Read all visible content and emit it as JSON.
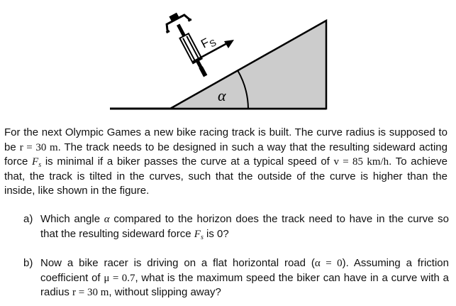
{
  "figure": {
    "force_label": "F",
    "force_sub": "S",
    "angle_label": "α",
    "colors": {
      "ramp_fill": "#cccccc",
      "stroke": "#000000"
    }
  },
  "intro": {
    "p1": "For the next Olympic Games a new bike racing track is built. The curve radius is supposed to be ",
    "m1": "r = 30 m",
    "p2": ". The track needs to be designed in such a way that the resulting sideward acting force ",
    "m2": "F",
    "m2sub": "s",
    "p3": " is minimal if a biker passes the curve at a typical speed of ",
    "m3": "v = 85 km/h",
    "p4": ". To achieve that, the track is tilted in the curves, such that the outside of the curve is higher than the inside, like shown in the figure."
  },
  "questions": {
    "a": {
      "label": "a)",
      "p1": "Which angle ",
      "m1": "α",
      "p2": " compared to the horizon does the track need to have in the curve so that the resulting sideward force ",
      "m2": "F",
      "m2sub": "s",
      "p3": " is 0?"
    },
    "b": {
      "label": "b)",
      "p1": "Now a bike racer is driving on a flat horizontal road (",
      "m1": "α = 0",
      "p2": "). Assuming a friction coefficient of ",
      "m2": "μ = 0.7",
      "p3": ", what is the maximum speed the biker can have in a curve with a radius ",
      "m3": "r = 30 m",
      "p4": ", without slipping away?"
    }
  }
}
